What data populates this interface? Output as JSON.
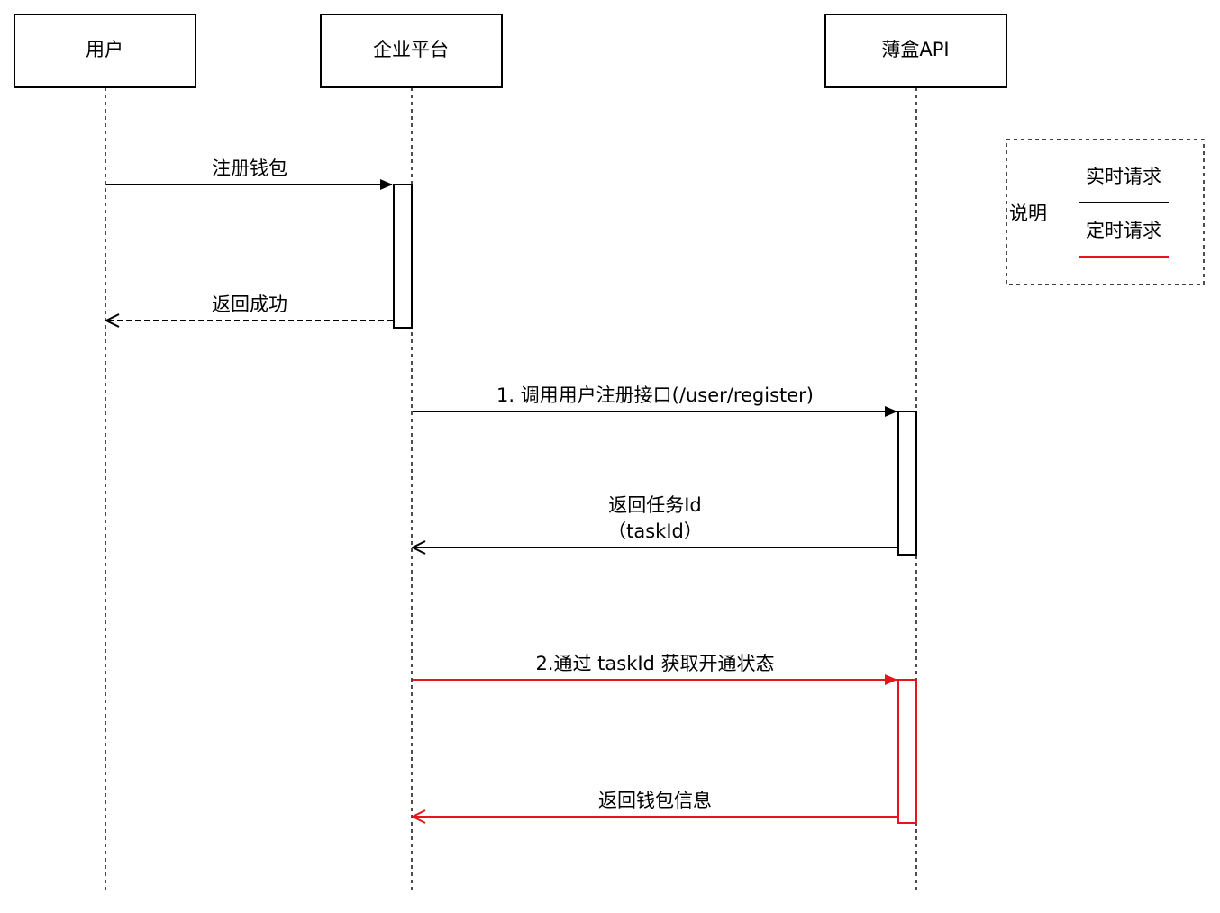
{
  "colors": {
    "realtime": "#000000",
    "scheduled": "#e8141b"
  },
  "actors": [
    {
      "label": "用户"
    },
    {
      "label": "企业平台"
    },
    {
      "label": "薄盒API"
    }
  ],
  "messages": [
    {
      "lines": [
        "注册钱包"
      ],
      "style": "solid",
      "color": "realtime"
    },
    {
      "lines": [
        "返回成功"
      ],
      "style": "dashed",
      "color": "realtime"
    },
    {
      "lines": [
        "1. 调用用户注册接口(/user/register)"
      ],
      "style": "solid",
      "color": "realtime"
    },
    {
      "lines": [
        "返回任务Id",
        "（taskId）"
      ],
      "style": "solid",
      "color": "realtime"
    },
    {
      "lines": [
        "2.通过 taskId 获取开通状态"
      ],
      "style": "solid",
      "color": "scheduled"
    },
    {
      "lines": [
        "返回钱包信息"
      ],
      "style": "solid",
      "color": "scheduled"
    }
  ],
  "legend": {
    "title": "说明",
    "realtime_label": "实时请求",
    "scheduled_label": "定时请求"
  }
}
